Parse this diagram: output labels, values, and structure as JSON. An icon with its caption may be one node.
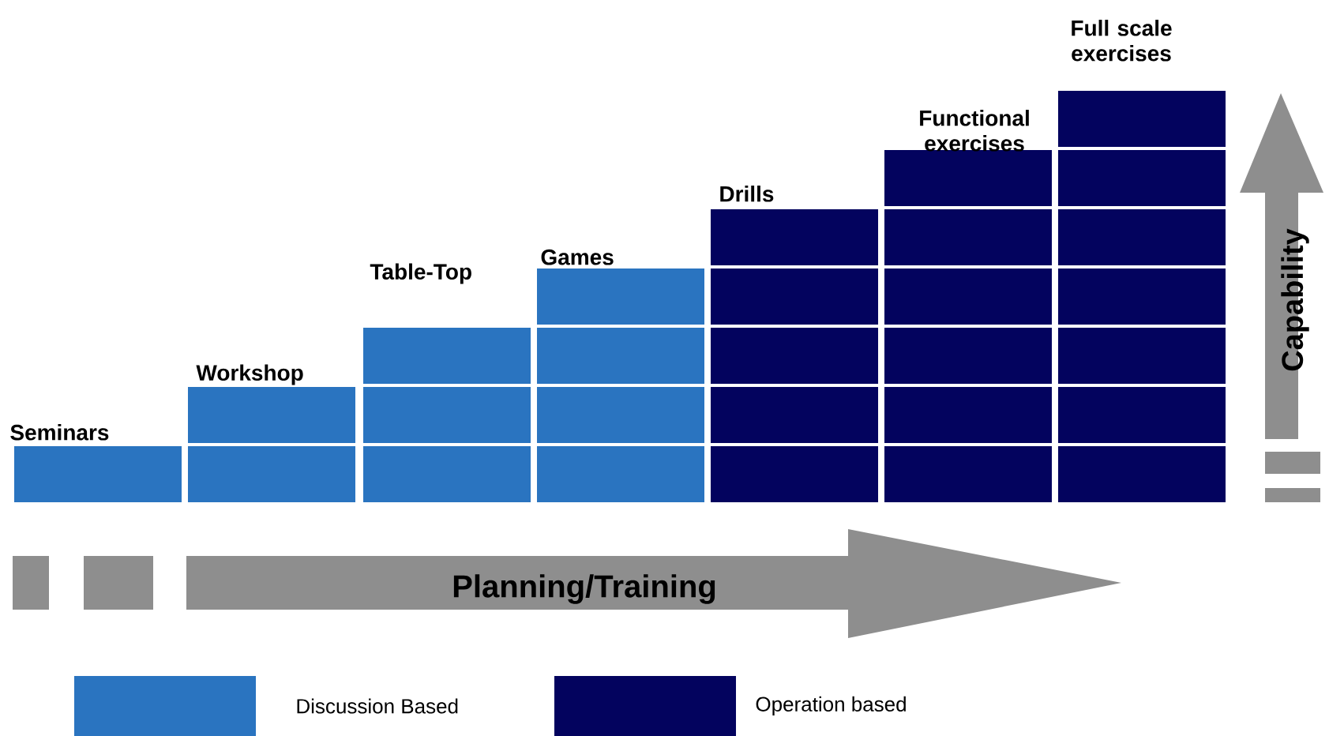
{
  "diagram": {
    "nodes": [
      {
        "text": [
          "Seminars"
        ]
      },
      {
        "text": [
          "Workshop"
        ]
      },
      {
        "text": [
          "Table-Top"
        ]
      },
      {
        "text": [
          "Games"
        ]
      },
      {
        "text": [
          "Drills"
        ]
      },
      {
        "text": [
          "Functional exercises"
        ]
      },
      {
        "text": [
          "Full scale exercises"
        ]
      },
      {
        "text": [
          "Planning/Training"
        ]
      },
      {
        "text": [
          "Capability"
        ]
      }
    ],
    "legend": [
      {
        "text": "Discussion Based",
        "color": "#2a74c0"
      },
      {
        "text": "Operation based",
        "color": "#03035e"
      }
    ]
  }
}
